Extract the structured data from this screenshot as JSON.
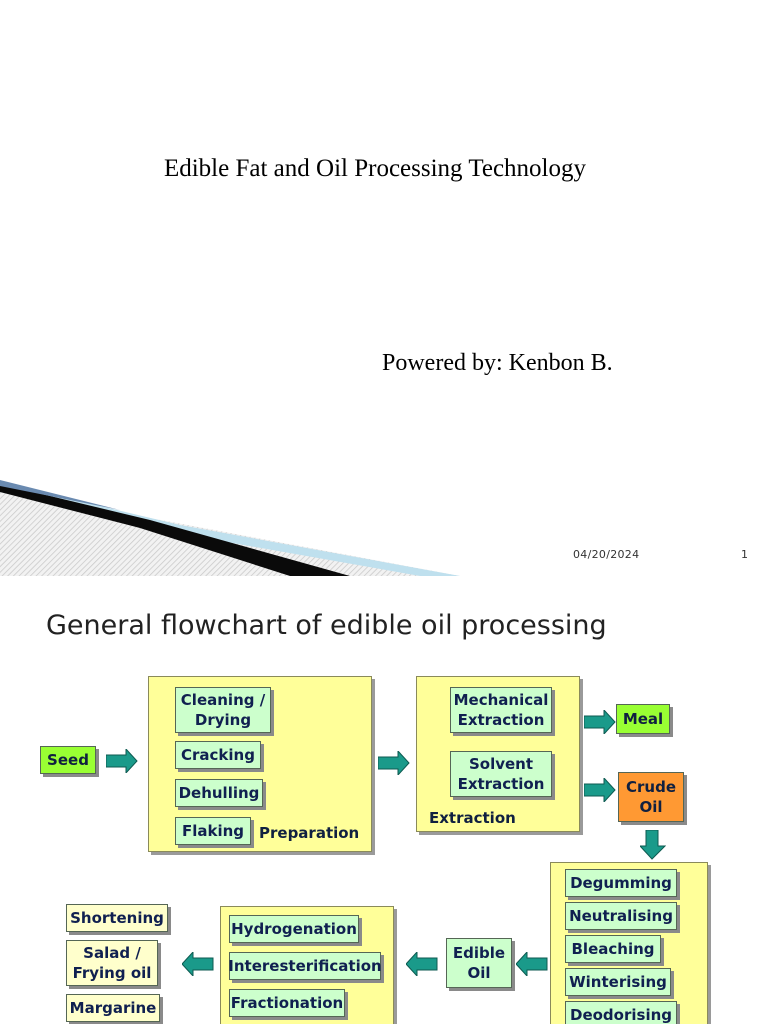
{
  "slide1": {
    "title": "Edible Fat and Oil Processing Technology",
    "author": "Powered by: Kenbon B.",
    "date": "04/20/2024",
    "page_number": "1"
  },
  "slide2": {
    "title": "General flowchart of edible oil processing",
    "seed": "Seed",
    "preparation": {
      "label": "Preparation",
      "steps": [
        "Cleaning /\nDrying",
        "Cracking",
        "Dehulling",
        "Flaking"
      ]
    },
    "extraction": {
      "label": "Extraction",
      "steps": [
        "Mechanical\nExtraction",
        "Solvent\nExtraction"
      ]
    },
    "meal": "Meal",
    "crude_oil": "Crude\nOil",
    "refining": {
      "steps": [
        "Degumming",
        "Neutralising",
        "Bleaching",
        "Winterising",
        "Deodorising"
      ]
    },
    "edible_oil": "Edible\nOil",
    "modification": {
      "steps": [
        "Hydrogenation",
        "Interesterification",
        "Fractionation"
      ]
    },
    "products": [
      "Shortening",
      "Salad /\nFrying oil",
      "Margarine"
    ],
    "colors": {
      "group_fill": "#ffff99",
      "step_fill": "#ccffcc",
      "seed_fill": "#99ff33",
      "crude_fill": "#ff9933",
      "arrow_fill": "#1a9a8a"
    }
  }
}
